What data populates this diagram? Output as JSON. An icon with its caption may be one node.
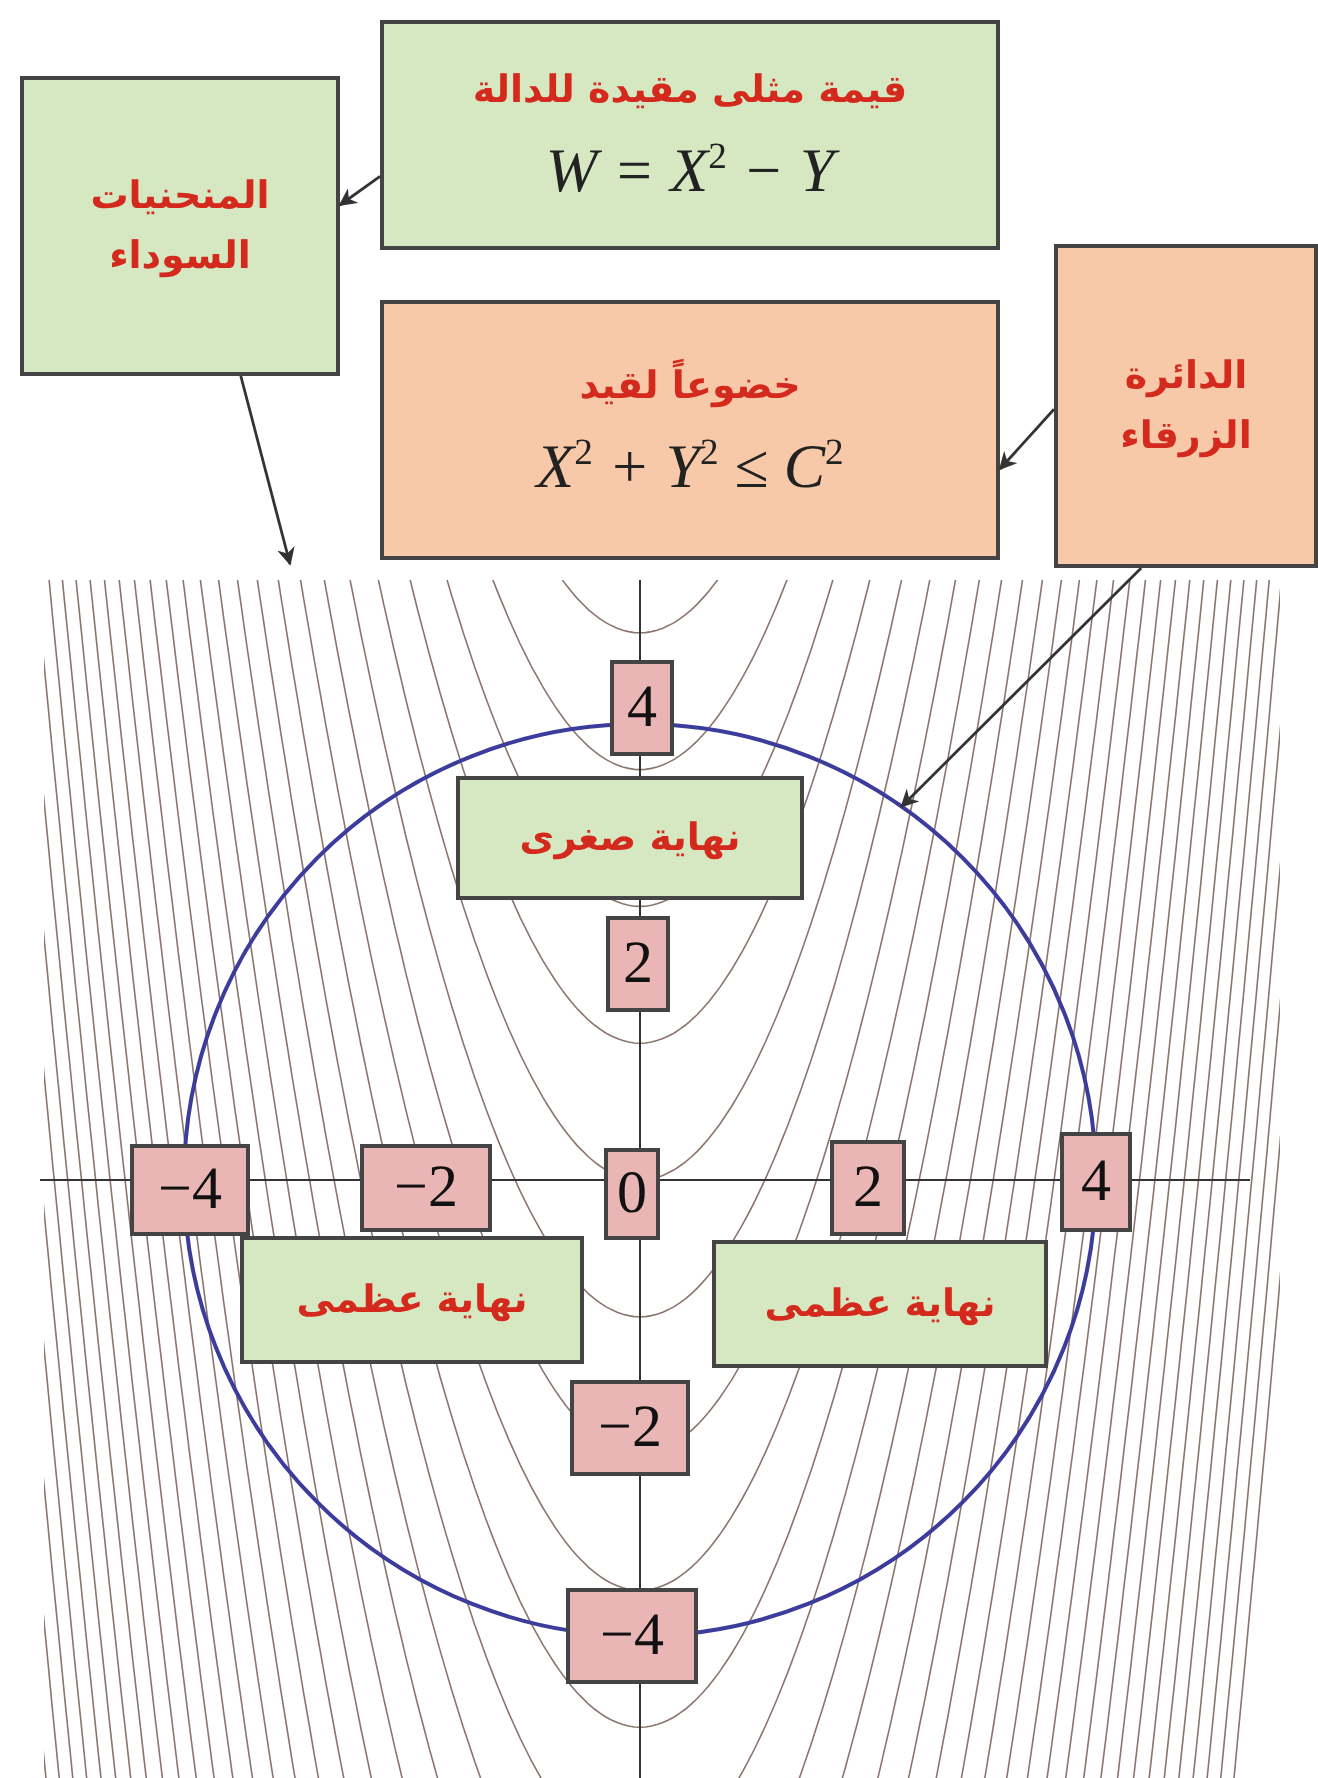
{
  "diagram": {
    "nodes": [
      {
        "text": [
          "قيمة مثلى مقيدة للدالة",
          "W = X$^{2}$ − Y"
        ]
      },
      {
        "text": [
          "المنحنيات السوداء"
        ]
      },
      {
        "text": [
          "خضوعاً لقيد",
          "X$^{2}$ + Y$^{2}$ ≤ C$^{2}$"
        ]
      },
      {
        "text": [
          "الدائرة الزرقاء"
        ]
      },
      {
        "text": [],
        "shape": "circle"
      },
      {
        "text": [
          "4"
        ]
      },
      {
        "text": [
          "نهاية صغرى"
        ],
        "in": 4
      },
      {
        "text": [
          "2"
        ],
        "in": 4
      },
      {
        "text": [
          "−4"
        ]
      },
      {
        "text": [
          "−2"
        ],
        "in": 4
      },
      {
        "text": [
          "0"
        ],
        "in": 4
      },
      {
        "text": [
          "2"
        ],
        "in": 4
      },
      {
        "text": [
          "4"
        ]
      },
      {
        "text": [
          "نهاية عظمى"
        ],
        "in": 4
      },
      {
        "text": [
          "نهاية عظمى"
        ],
        "in": 4
      },
      {
        "text": [
          "−2"
        ],
        "in": 4
      },
      {
        "text": [
          "−4"
        ]
      }
    ],
    "edges": [
      {
        "from": 0,
        "to": 1,
        "arrow": "to"
      },
      {
        "from": 3,
        "to": 2,
        "arrow": "to"
      },
      {
        "from": 1,
        "to": null,
        "arrow": "to"
      },
      {
        "from": 3,
        "to": 4,
        "arrow": "to"
      }
    ]
  }
}
